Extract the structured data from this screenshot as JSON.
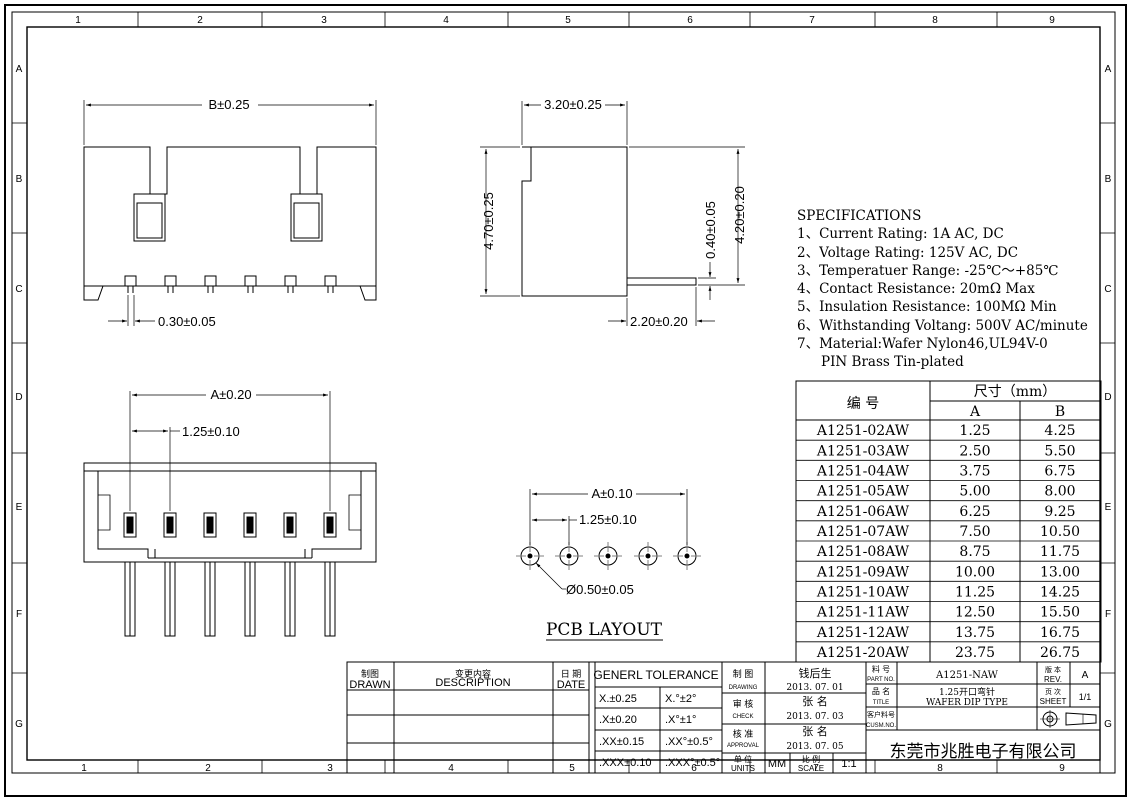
{
  "frame": {
    "cols_top": [
      "1",
      "2",
      "3",
      "4",
      "5",
      "6",
      "7",
      "8",
      "9"
    ],
    "cols_bottom": [
      "1",
      "2",
      "3",
      "4",
      "5",
      "6",
      "7",
      "8",
      "9"
    ],
    "rows": [
      "A",
      "B",
      "C",
      "D",
      "E",
      "F",
      "G"
    ]
  },
  "front_view": {
    "dim_b": "B±0.25",
    "dim_pin_width": "0.30±0.05"
  },
  "side_view": {
    "dim_width": "3.20±0.25",
    "dim_height": "4.70±0.25",
    "dim_pin_thick": "0.40±0.05",
    "dim_total_height": "4.20±0.20",
    "dim_pin_length": "2.20±0.20"
  },
  "top_view": {
    "dim_a": "A±0.20",
    "dim_pitch": "1.25±0.10"
  },
  "pcb_layout": {
    "dim_a": "A±0.10",
    "dim_pitch": "1.25±0.10",
    "dim_hole": "Ø0.50±0.05",
    "title": "PCB LAYOUT"
  },
  "specifications": {
    "title": "SPECIFICATIONS",
    "lines": [
      "1、Current Rating: 1A AC, DC",
      "2、Voltage Rating: 125V AC, DC",
      "3、Temperatuer Range: -25℃～+85℃",
      "4、Contact Resistance: 20mΩ  Max",
      "5、Insulation Resistance: 100MΩ  Min",
      "6、Withstanding Voltang: 500V AC/minute",
      "7、Material:Wafer Nylon46,UL94V-0",
      "PIN Brass Tin-plated"
    ]
  },
  "dimension_table": {
    "header_part": "编  号",
    "header_size": "尺寸（mm）",
    "header_a": "A",
    "header_b": "B",
    "rows": [
      [
        "A1251-02AW",
        "1.25",
        "4.25"
      ],
      [
        "A1251-03AW",
        "2.50",
        "5.50"
      ],
      [
        "A1251-04AW",
        "3.75",
        "6.75"
      ],
      [
        "A1251-05AW",
        "5.00",
        "8.00"
      ],
      [
        "A1251-06AW",
        "6.25",
        "9.25"
      ],
      [
        "A1251-07AW",
        "7.50",
        "10.50"
      ],
      [
        "A1251-08AW",
        "8.75",
        "11.75"
      ],
      [
        "A1251-09AW",
        "10.00",
        "13.00"
      ],
      [
        "A1251-10AW",
        "11.25",
        "14.25"
      ],
      [
        "A1251-11AW",
        "12.50",
        "15.50"
      ],
      [
        "A1251-12AW",
        "13.75",
        "16.75"
      ],
      [
        "A1251-20AW",
        "23.75",
        "26.75"
      ]
    ]
  },
  "title_block": {
    "drawn_cn": "制图",
    "drawn_en": "DRAWN",
    "desc_cn": "变更内容",
    "desc_en": "DESCRIPTION",
    "date_cn": "日 期",
    "date_en": "DATE",
    "tolerance_title": "GENERL  TOLERANCE",
    "tolerances": [
      [
        "X.±0.25",
        "X.°±2°"
      ],
      [
        ".X±0.20",
        ".X°±1°"
      ],
      [
        ".XX±0.15",
        ".XX°±0.5°"
      ],
      [
        ".XXX±0.10",
        ".XXX°±0.5°"
      ]
    ],
    "zhitu_cn": "制  图",
    "zhitu_en": "DRAWING",
    "drawing_name": "钱后生",
    "drawing_date": "2013. 07. 01",
    "check_cn": "审  核",
    "check_en": "CHECK",
    "check_name": "张  名",
    "check_date": "2013. 07. 03",
    "approval_cn": "核  准",
    "approval_en": "APPROVAL",
    "approval_name": "张  名",
    "approval_date": "2013. 07. 05",
    "units_cn": "单 位",
    "units_en": "UNITS",
    "units_value": "MM",
    "scale_cn": "比 例",
    "scale_en": "SCALE",
    "scale_value": "1:1",
    "part_no_cn": "料  号",
    "part_no_en": "PART NO.",
    "part_no_value": "A1251-NAW",
    "title_cn": "品  名",
    "title_en": "TITLE",
    "title_value_1": "1.25开口弯针",
    "title_value_2": "WAFER DIP TYPE",
    "cust_cn": "客户料号",
    "cust_en": "CUSM.NO.",
    "rev_cn": "版 本",
    "rev_en": "REV.",
    "rev_value": "A",
    "sheet_cn": "页 次",
    "sheet_en": "SHEET",
    "sheet_value": "1/1",
    "company": "东莞市兆胜电子有限公司"
  }
}
